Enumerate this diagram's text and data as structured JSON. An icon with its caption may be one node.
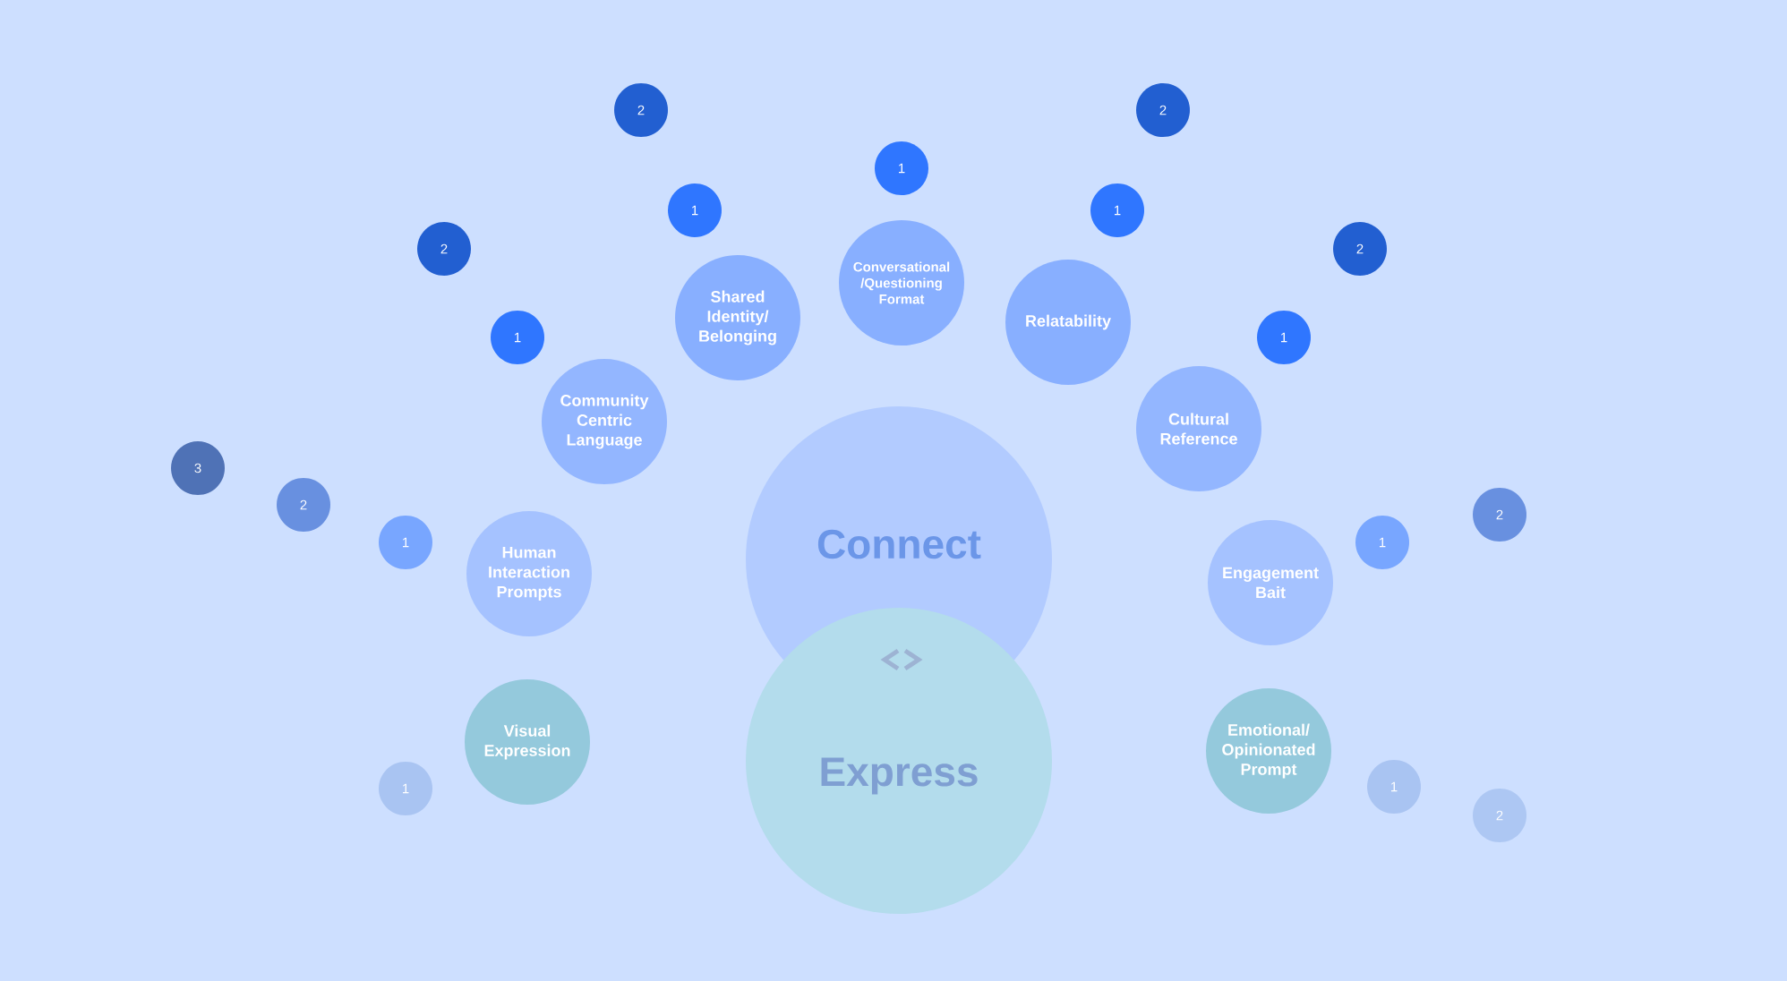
{
  "diagram": {
    "nodes": [
      {
        "text": [
          "2"
        ]
      },
      {
        "text": [
          "2"
        ]
      },
      {
        "text": [
          "1"
        ]
      },
      {
        "text": [
          "1"
        ]
      },
      {
        "text": [
          "1"
        ]
      },
      {
        "text": [
          "2"
        ]
      },
      {
        "text": [
          "2"
        ]
      },
      {
        "text": [
          "Conversational /Questioning Format"
        ]
      },
      {
        "text": [
          "Shared Identity/ Belonging"
        ]
      },
      {
        "text": [
          "Relatability"
        ]
      },
      {
        "text": [
          "1"
        ]
      },
      {
        "text": [
          "1"
        ]
      },
      {
        "text": [
          "Community Centric Language"
        ]
      },
      {
        "text": [
          "Cultural Reference"
        ]
      },
      {
        "text": [
          "3"
        ]
      },
      {
        "text": [
          "2"
        ]
      },
      {
        "text": [
          "2"
        ]
      },
      {
        "text": [
          "1"
        ]
      },
      {
        "text": [
          "1"
        ]
      },
      {
        "text": [
          "Connect"
        ]
      },
      {
        "text": [
          "Human Interaction Prompts"
        ]
      },
      {
        "text": [
          "Engagement Bait"
        ]
      },
      {
        "text": [
          "Visual Expression"
        ]
      },
      {
        "text": [
          "Emotional/ Opinionated Prompt"
        ]
      },
      {
        "text": [
          "Express"
        ]
      },
      {
        "text": [
          "1"
        ]
      },
      {
        "text": [
          "1"
        ]
      },
      {
        "text": [
          "2"
        ]
      }
    ]
  }
}
